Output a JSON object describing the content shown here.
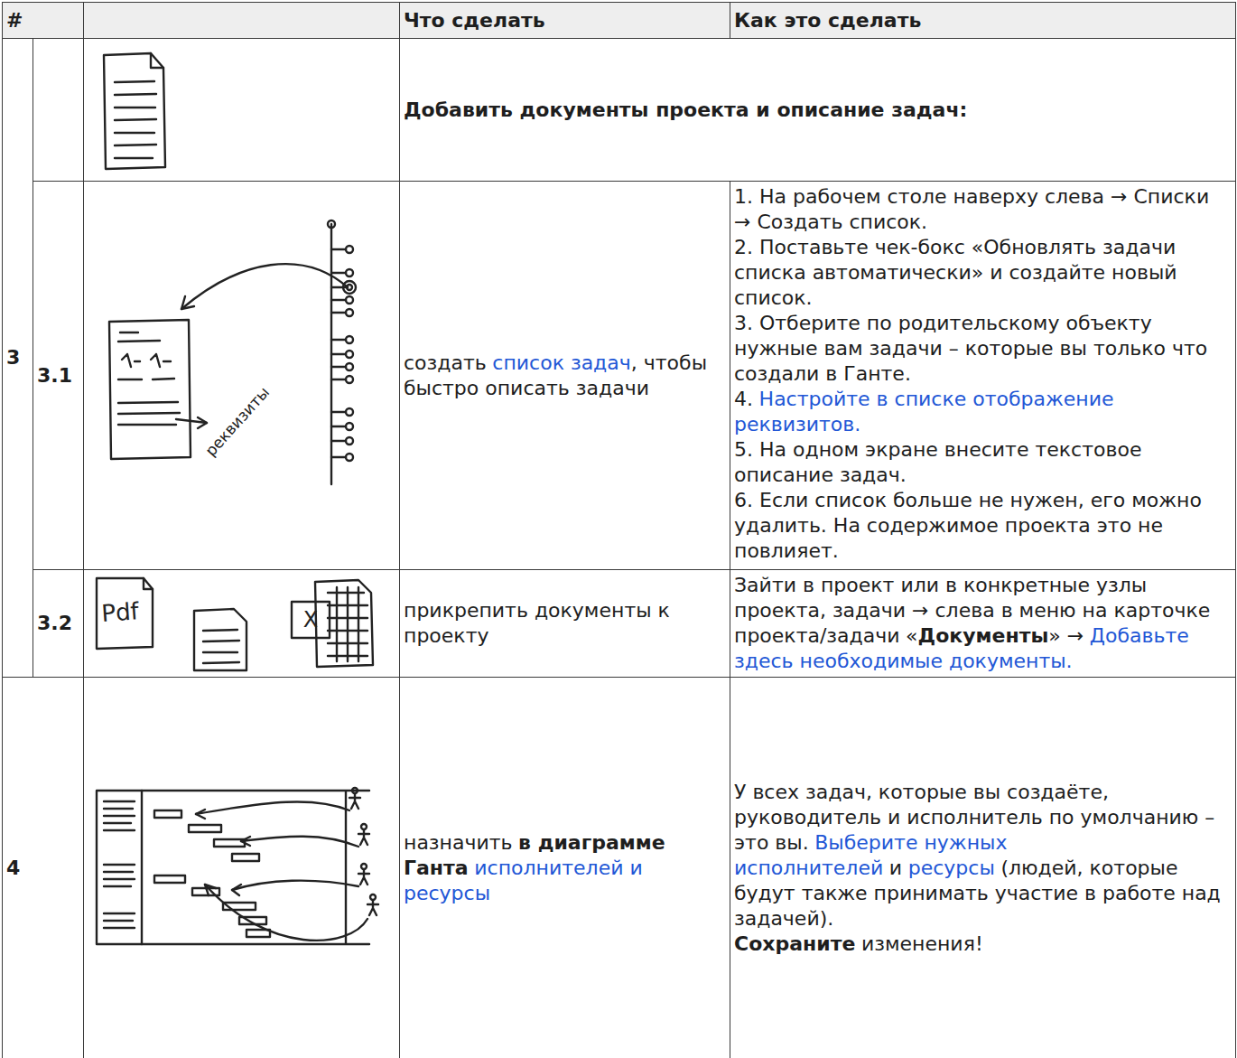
{
  "diagram": {
    "labels": [
      "#",
      "Что сделать",
      "Как это сделать",
      "3",
      "Добавить документы проекта и описание задач:",
      "3.1",
      "создать",
      "список задач",
      ", чтобы быстро описать задачи",
      "1. На рабочем столе наверху слева → Списки → Создать список.",
      "2. Поставьте чек-бокс «Обновлять задачи списка автоматически» и создайте новый список.",
      "3. Отберите по родительскому объекту нужные вам задачи – которые вы только что создали в Ганте.",
      "4.",
      "Настройте в списке отображение реквизитов.",
      "5. На одном экране внесите текстовое описание задач.",
      "6. Если список больше не нужен, его можно удалить. На содержимое проекта это не повлияет.",
      "реквизиты",
      "3.2",
      "Pdf",
      "X",
      "прикрепить документы к проекту",
      "Зайти в проект или в конкретные узлы проекта, задачи → слева в меню на карточке проекта/задачи",
      "«",
      "Документы",
      "» →",
      "Добавьте здесь необходимые документы.",
      "4",
      "назначить",
      "в диаграмме Ганта",
      "исполнителей и ресурсы",
      "У всех задач, которые вы создаёте, руководитель и исполнитель по умолчанию – это вы.",
      "Выберите нужных исполнителей",
      "и",
      "ресурсы",
      "(людей, которые будут также принимать участие в работе над задачей).",
      "Сохраните",
      "изменения!"
    ]
  }
}
